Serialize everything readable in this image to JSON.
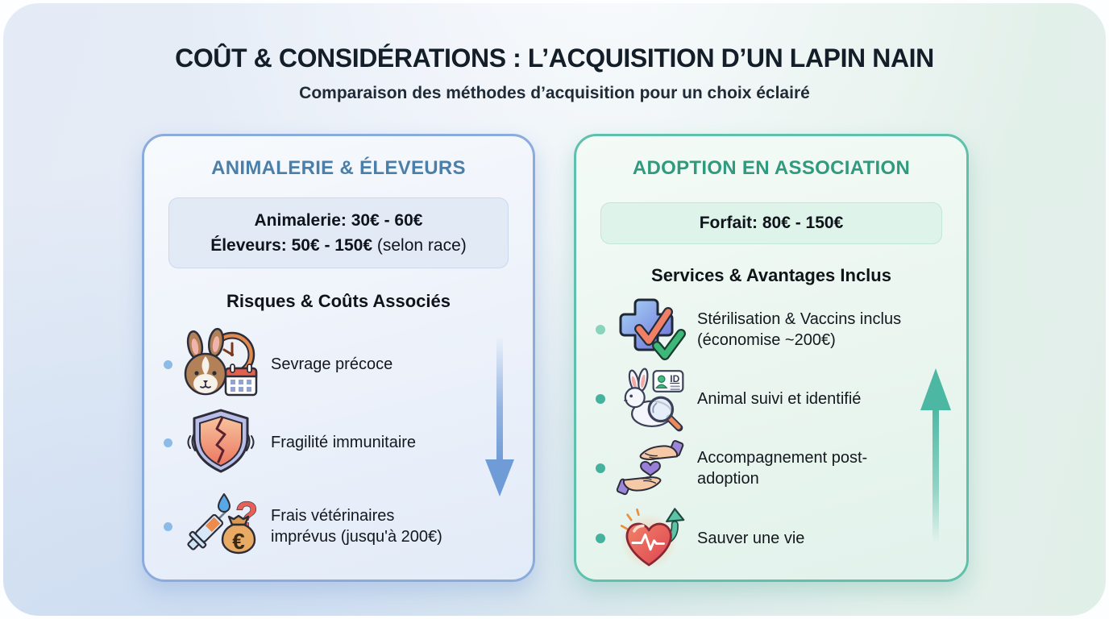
{
  "header": {
    "title": "COÛT & CONSIDÉRATIONS : L’ACQUISITION D’UN LAPIN NAIN",
    "subtitle": "Comparaison des méthodes d’acquisition pour un choix éclairé"
  },
  "left_card": {
    "title": "ANIMALERIE & ÉLEVEURS",
    "accent_color": "#4a7fa9",
    "border_color": "#8cabdd",
    "price_line1": "Animalerie: 30€ - 60€",
    "price_line2_bold": "Éleveurs: 50€ - 150€",
    "price_line2_note": "(selon race)",
    "section_title": "Risques & Coûts Associés",
    "items": [
      {
        "icon": "rabbit-clock-calendar-icon",
        "label": "Sevrage précoce"
      },
      {
        "icon": "cracked-shield-icon",
        "label": "Fragilité immunitaire"
      },
      {
        "icon": "syringe-money-bag-question-icon",
        "label": "Frais vétérinaires imprévus (jusqu'à 200€)"
      }
    ],
    "trend_arrow": "down",
    "arrow_color": "#6f9bd6"
  },
  "right_card": {
    "title": "ADOPTION EN ASSOCIATION",
    "accent_color": "#2f9a7d",
    "border_color": "#5fc0ab",
    "price_line1": "Forfait: 80€ - 150€",
    "section_title": "Services & Avantages Inclus",
    "items": [
      {
        "icon": "medical-cross-double-check-icon",
        "label": "Stérilisation & Vaccins inclus (économise ~200€)"
      },
      {
        "icon": "rabbit-id-card-magnifier-icon",
        "label": "Animal suivi et identifié"
      },
      {
        "icon": "hands-giving-heart-icon",
        "label": "Accompagnement post-adoption"
      },
      {
        "icon": "heart-pulse-up-arrow-icon",
        "label": "Sauver une vie"
      }
    ],
    "trend_arrow": "up",
    "arrow_color": "#4cb8a3"
  }
}
